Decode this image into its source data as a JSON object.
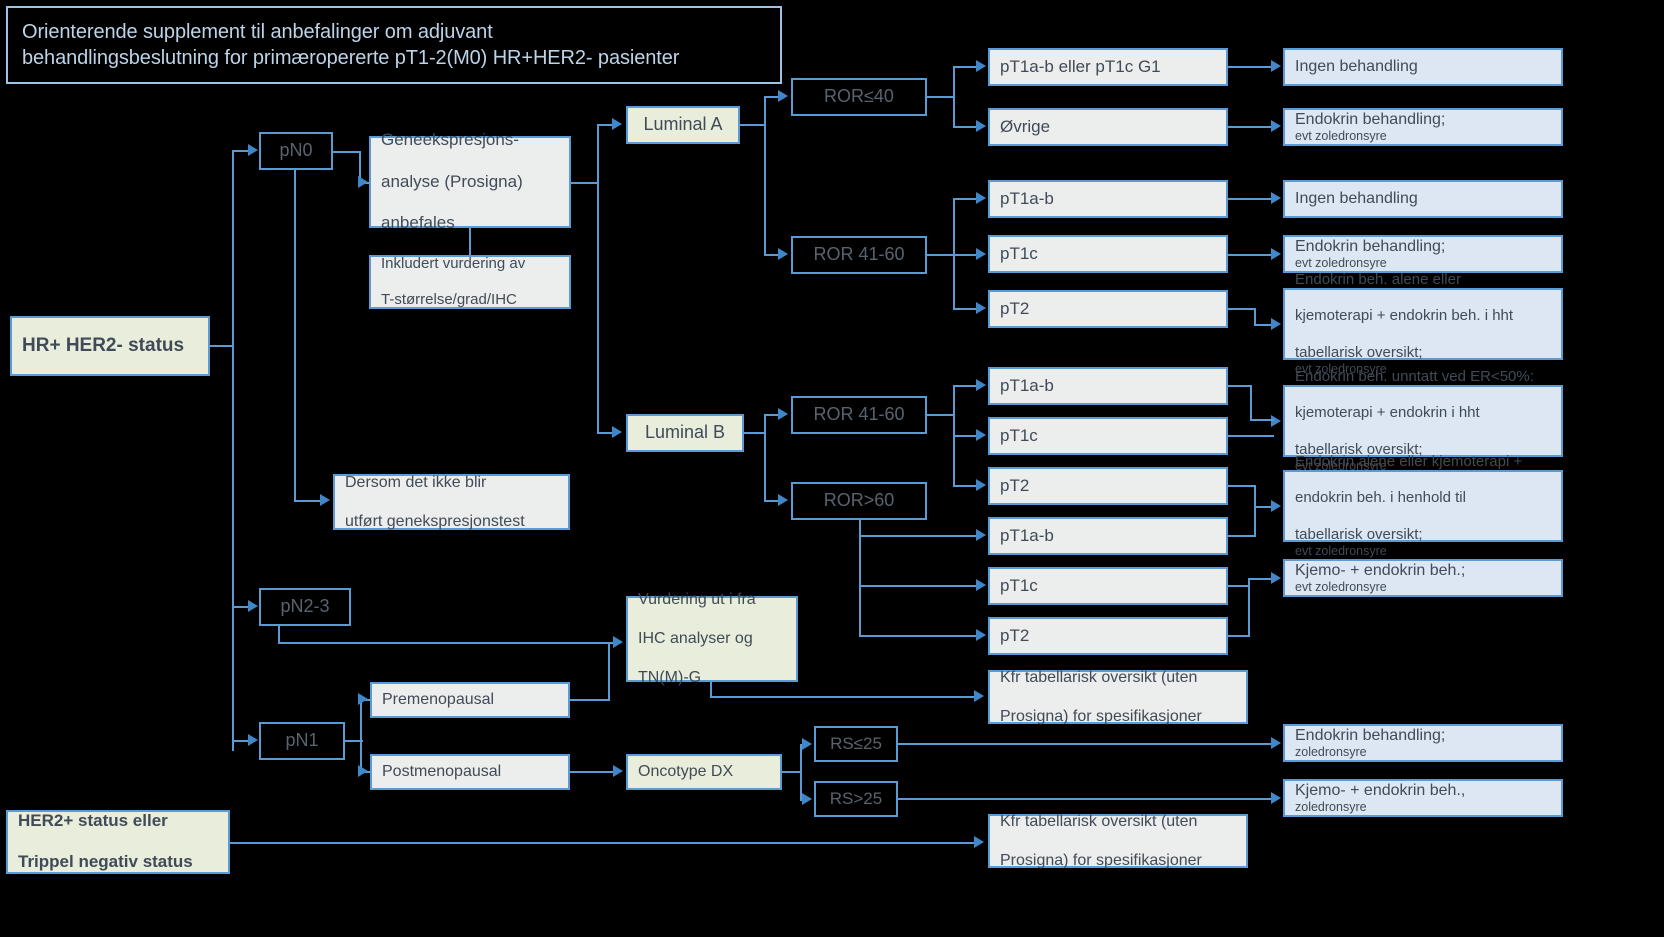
{
  "title": {
    "line1": "Orienterende supplement til anbefalinger om adjuvant",
    "line2": "behandlingsbeslutning  for primæropererte pT1-2(M0) HR+HER2- pasienter"
  },
  "entry": {
    "hr_her2": "HR+ HER2- status",
    "her2_trippel_l1": "HER2+ status eller",
    "her2_trippel_l2": "Trippel negativ status"
  },
  "nodes": {
    "pn0": "pN0",
    "pn23": "pN2-3",
    "pn1": "pN1",
    "geneekspresjon_l1": "Geneekspresjons-",
    "geneekspresjon_l2": "analyse (Prosigna)",
    "geneekspresjon_l3": "anbefales",
    "inkludert_l1": "Inkludert vurdering av",
    "inkludert_l2": "T-størrelse/grad/IHC",
    "dersom_l1": "Dersom det ikke blir",
    "dersom_l2": "utført genekspresjonstest",
    "premenopausal": "Premenopausal",
    "postmenopausal": "Postmenopausal",
    "vurdering_l1": "Vurdering ut i fra",
    "vurdering_l2": "IHC analyser og",
    "vurdering_l3": "TN(M)-G",
    "oncotype": "Oncotype DX",
    "luminal_a": "Luminal A",
    "luminal_b": "Luminal B"
  },
  "ror": {
    "a_le40": "ROR≤40",
    "a_41_60": "ROR 41-60",
    "b_41_60": "ROR 41-60",
    "b_gt60": "ROR>60",
    "rs_le25": "RS≤25",
    "rs_gt25": "RS>25"
  },
  "stages": {
    "a_le40_1": "pT1a-b eller pT1c G1",
    "a_le40_2": "Øvrige",
    "a_4160_1": "pT1a-b",
    "a_4160_2": "pT1c",
    "a_4160_3": "pT2",
    "b_4160_1": "pT1a-b",
    "b_4160_2": "pT1c",
    "b_4160_3": "pT2",
    "b_gt60_1": "pT1a-b",
    "b_gt60_2": "pT1c",
    "b_gt60_3": "pT2"
  },
  "kfr": {
    "top_l1": "Kfr tabellarisk oversikt (uten",
    "top_l2": "Prosigna) for spesifikasjoner",
    "bottom_l1": "Kfr tabellarisk oversikt (uten",
    "bottom_l2": "Prosigna)  for spesifikasjoner"
  },
  "treatments": {
    "t1": {
      "main": "Ingen behandling",
      "small": ""
    },
    "t2": {
      "main": "Endokrin behandling;",
      "small": " evt zoledronsyre"
    },
    "t3": {
      "main": "Ingen behandling",
      "small": ""
    },
    "t4": {
      "main": "Endokrin behandling;",
      "small": " evt zoledronsyre"
    },
    "t5": {
      "l1": "Endokrin beh. alene eller",
      "l2": "kjemoterapi + endokrin beh. i hht",
      "l3": "tabellarisk oversikt;",
      "l3small": " evt zoledronsyre"
    },
    "t6": {
      "l1": "Endokrin beh. unntatt ved ER<50%:",
      "l2": "kjemoterapi + endokrin i hht",
      "l3": "tabellarisk oversikt;",
      "l3small": " evt zoledronsyre"
    },
    "t7": {
      "l1": "Endokrin alene eller kjemoterapi +",
      "l2": "endokrin beh. i henhold til",
      "l3": "tabellarisk oversikt;",
      "l3small": " evt zoledronsyre"
    },
    "t8": {
      "main": "Kjemo- + endokrin beh.;",
      "small": " evt zoledronsyre"
    },
    "t9": {
      "main": "Endokrin behandling;",
      "small": " zoledronsyre"
    },
    "t10": {
      "main": "Kjemo- + endokrin beh.,",
      "small": " zoledronsyre"
    }
  },
  "colors": {
    "accent": "#5b9bd5",
    "arrow": "#3f87c8",
    "grey_fill": "#eceded",
    "green_fill": "#e8eedb",
    "blue_fill": "#dce7f3",
    "background": "#000000",
    "text": "#404b57"
  }
}
